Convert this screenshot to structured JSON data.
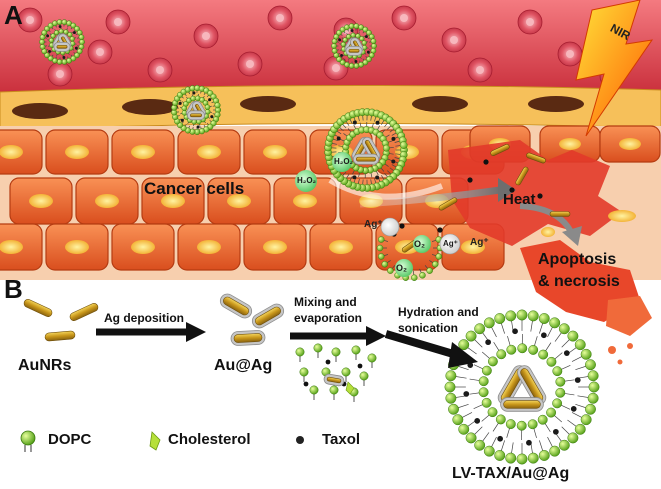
{
  "panels": {
    "a": "A",
    "b": "B"
  },
  "panel_a": {
    "nir": "NIR",
    "cancer_cells": "Cancer cells",
    "heat": "Heat",
    "apoptosis_line1": "Apoptosis",
    "apoptosis_line2": "& necrosis",
    "h2o2_small": "H₂O₂",
    "h2o2_free": "H₂O₂",
    "ag_ion_1": "Ag⁺",
    "ag_ion_2": "Ag⁺",
    "ag_ion_3": "Ag⁺",
    "o2_1": "O₂",
    "o2_2": "O₂"
  },
  "panel_b": {
    "aunrs": "AuNRs",
    "ag_deposition": "Ag deposition",
    "au_ag": "Au@Ag",
    "mixing_line1": "Mixing and",
    "mixing_line2": "evaporation",
    "hydration_line1": "Hydration and",
    "hydration_line2": "sonication",
    "product": "LV-TAX/Au@Ag"
  },
  "legend": {
    "dopc": "DOPC",
    "cholesterol": "Cholesterol",
    "taxol": "Taxol"
  },
  "colors": {
    "vessel": "#e8505a",
    "cell": "#ee6a2c",
    "nucleus": "#f7c23c",
    "lipid_head": "#7cc62b",
    "rod_gold": "#d6a81e",
    "silver_shell": "#b8b8b8",
    "arrow": "#111111"
  }
}
